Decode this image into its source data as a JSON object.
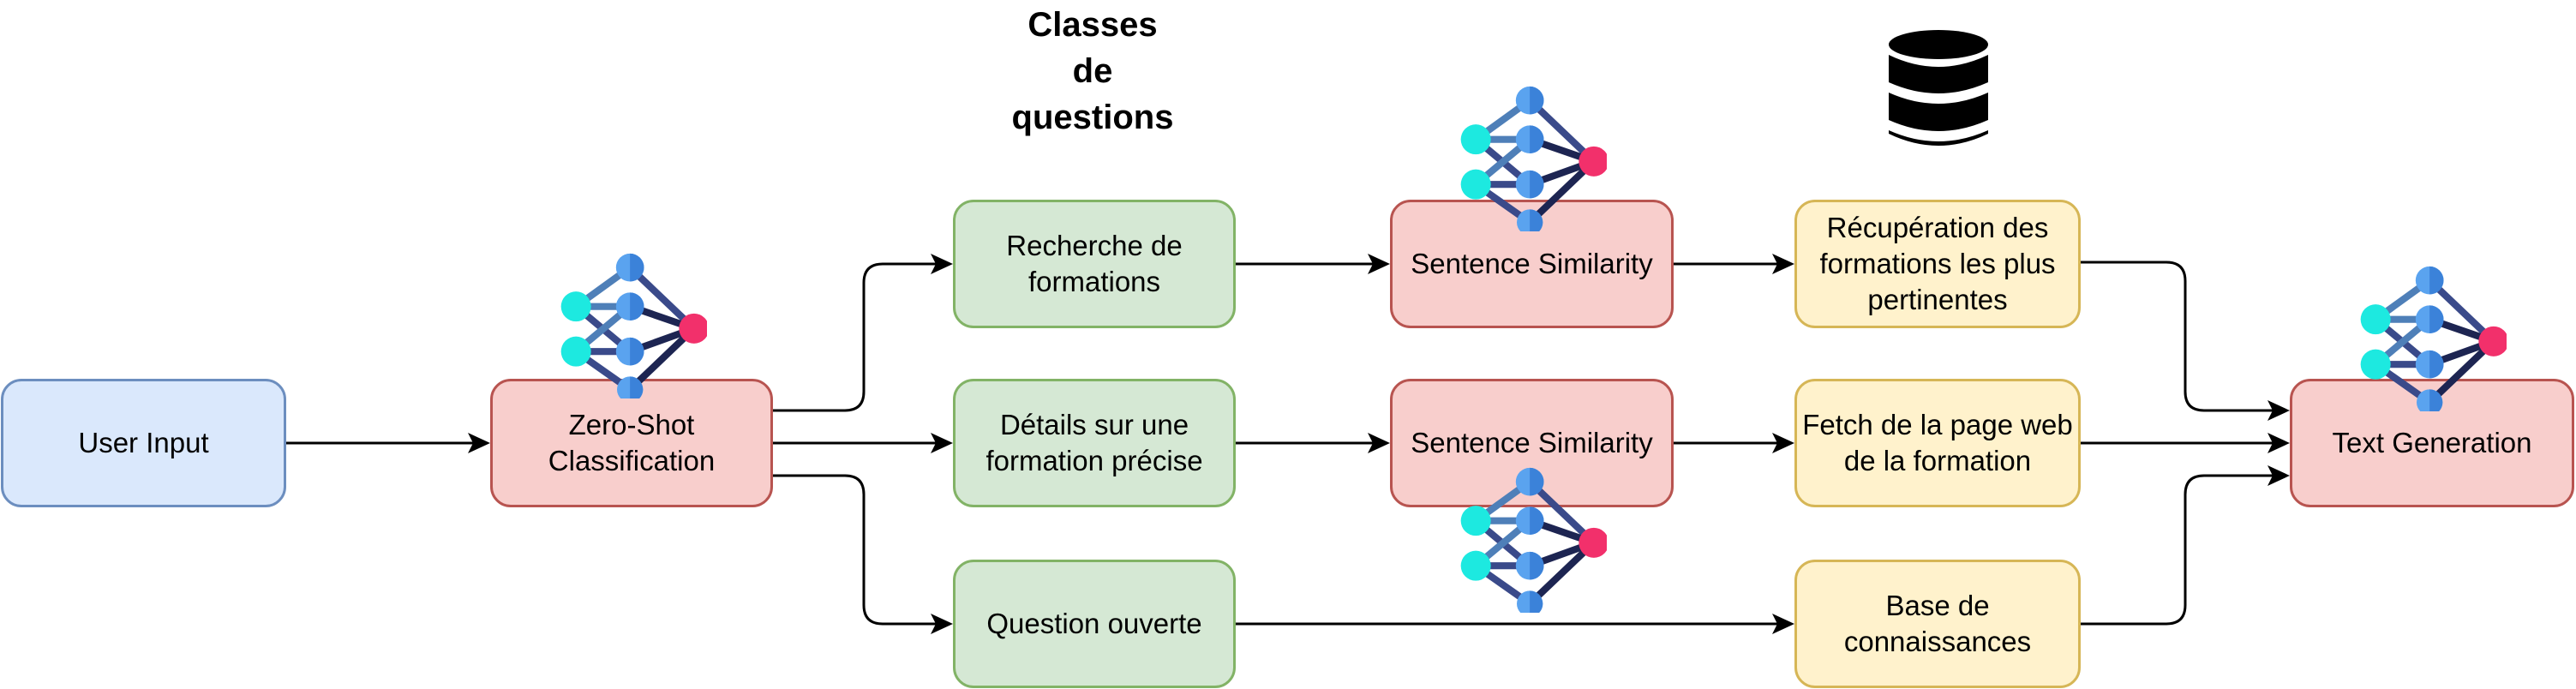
{
  "diagram": {
    "heading": "Classes\nde\nquestions",
    "nodes": {
      "user_input": "User Input",
      "zero_shot": "Zero-Shot Classification",
      "recherche": "Recherche de formations",
      "details": "Détails sur une formation précise",
      "question_ouverte": "Question ouverte",
      "similarity_1": "Sentence Similarity",
      "similarity_2": "Sentence Similarity",
      "recuperation": "Récupération des formations les plus pertinentes",
      "fetch": "Fetch de la page web de la formation",
      "base": "Base de connaissances",
      "text_generation": "Text Generation"
    },
    "icons": [
      "neural-network-icon",
      "database-icon"
    ],
    "colors": {
      "blue_fill": "#dae8fc",
      "blue_stroke": "#6c8ebf",
      "red_fill": "#f8cecc",
      "red_stroke": "#b85450",
      "green_fill": "#d5e8d4",
      "green_stroke": "#82b366",
      "yellow_fill": "#fff2cc",
      "yellow_stroke": "#d6b656",
      "nn_cyan": "#1de9e0",
      "nn_blue": "#5aa3ef",
      "nn_pink": "#f2306b",
      "nn_edge_dark": "#1d2552",
      "nn_edge_mid": "#3a4a8a",
      "nn_edge_light": "#4e7fb8"
    }
  }
}
